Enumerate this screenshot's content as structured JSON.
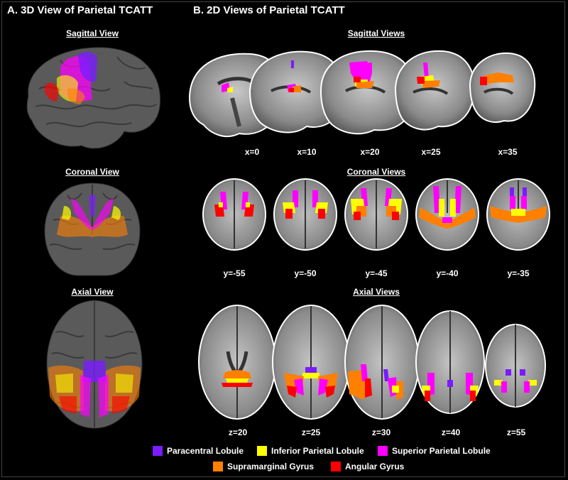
{
  "panel_a": {
    "title": "A. 3D View of Parietal TCATT",
    "views": [
      "Sagittal View",
      "Coronal View",
      "Axial View"
    ]
  },
  "panel_b": {
    "title": "B. 2D Views of Parietal TCATT",
    "rows": [
      {
        "title": "Sagittal Views",
        "coords": [
          "x=0",
          "x=10",
          "x=20",
          "x=25",
          "x=35"
        ]
      },
      {
        "title": "Coronal Views",
        "coords": [
          "y=-55",
          "y=-50",
          "y=-45",
          "y=-40",
          "y=-35"
        ]
      },
      {
        "title": "Axial Views",
        "coords": [
          "z=20",
          "z=25",
          "z=30",
          "z=40",
          "z=55"
        ]
      }
    ]
  },
  "legend": [
    {
      "label": "Paracentral Lobule",
      "color": "#7a1cff"
    },
    {
      "label": "Inferior Parietal Lobule",
      "color": "#ffff00"
    },
    {
      "label": "Superior Parietal Lobule",
      "color": "#ff00ff"
    },
    {
      "label": "Supramarginal Gyrus",
      "color": "#ff8000"
    },
    {
      "label": "Angular Gyrus",
      "color": "#ff0000"
    }
  ]
}
